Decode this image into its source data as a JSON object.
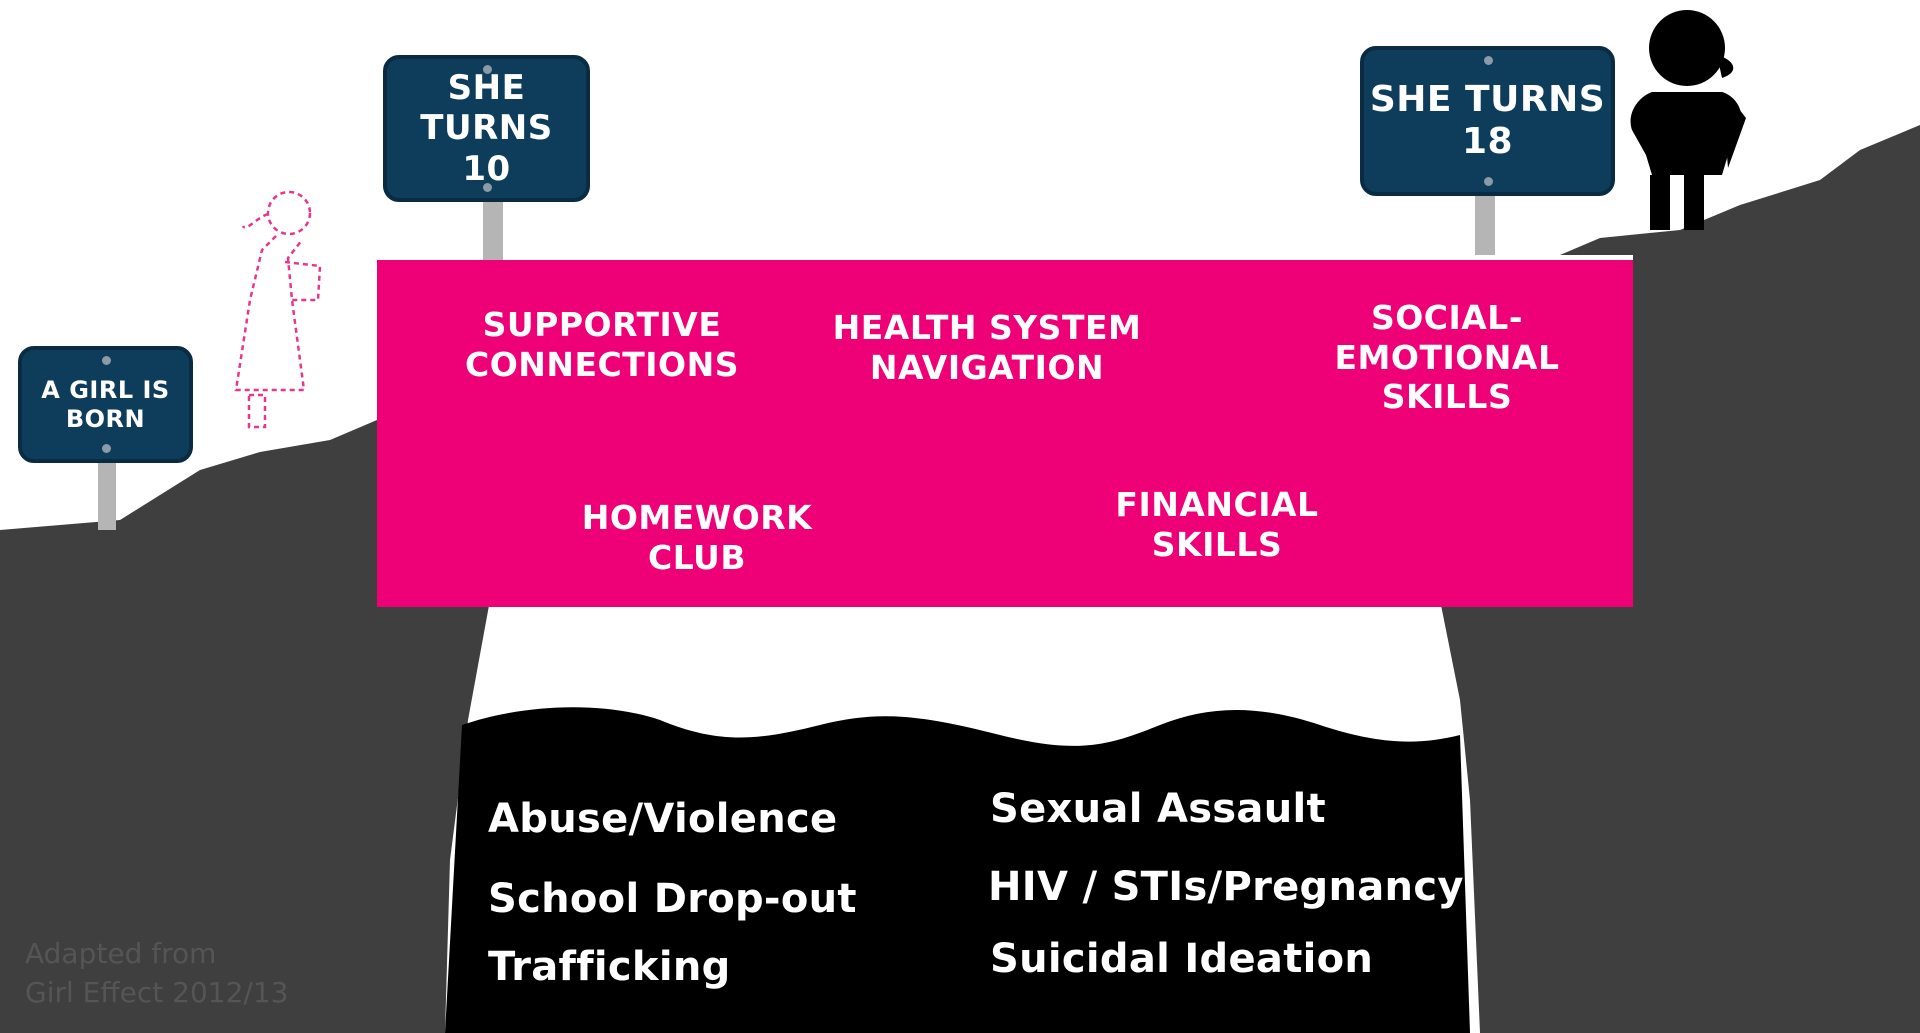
{
  "signs": {
    "born": "A GIRL IS\nBORN",
    "turns_10": "SHE\nTURNS\n10",
    "turns_18": "SHE TURNS\n18"
  },
  "skills": {
    "supportive": "SUPPORTIVE\nCONNECTIONS",
    "health": "HEALTH SYSTEM\nNAVIGATION",
    "social": "SOCIAL-\nEMOTIONAL\nSKILLS",
    "homework": "HOMEWORK\nCLUB",
    "financial": "FINANCIAL\nSKILLS"
  },
  "risks": {
    "abuse": "Abuse/Violence",
    "dropout": "School Drop-out",
    "trafficking": "Trafficking",
    "sexual": "Sexual Assault",
    "hiv": "HIV / STIs/Pregnancy",
    "suicidal": "Suicidal Ideation"
  },
  "credit": "Adapted from\nGirl Effect 2012/13",
  "colors": {
    "bridge": "#ee0077",
    "sign": "#0e3d5c",
    "cliff": "#3f3f3f",
    "pit": "#000000",
    "outline_girl": "#e8368f"
  }
}
